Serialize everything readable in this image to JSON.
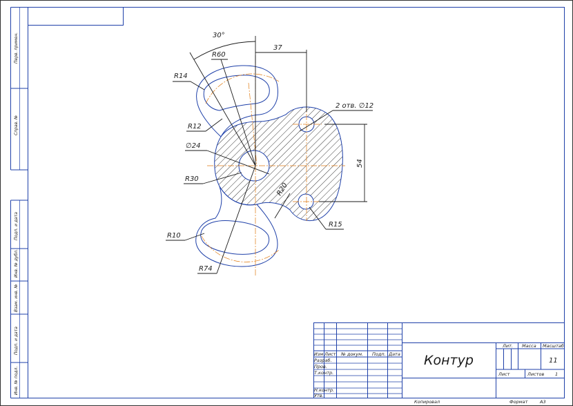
{
  "dimensions": {
    "angle": "30°",
    "horiz": "37",
    "vert": "54",
    "holes": "2 отв. ∅12",
    "r60": "R60",
    "r14": "R14",
    "r12": "R12",
    "d24": "∅24",
    "r30": "R30",
    "r10": "R10",
    "r74": "R74",
    "r15": "R15",
    "r20": "R20"
  },
  "side_labels": {
    "perv_primen": "Перв. примен.",
    "sprav": "Справ. №",
    "podp_data_1": "Подп. и дата",
    "inv_dubl": "Инв. № дубл.",
    "vzam_inv": "Взам. инв. №",
    "podp_data_2": "Подп. и дата",
    "inv_podl": "Инв. № подл."
  },
  "title_block": {
    "col_izm": "Изм",
    "col_list": "Лист",
    "col_doc": "№ докум.",
    "col_podp": "Подп.",
    "col_data": "Дата",
    "row_razrab": "Разраб.",
    "row_prov": "Пров.",
    "row_tkontr": "Т.контр.",
    "row_nkontr": "Н.контр.",
    "row_utv": "Утв.",
    "title": "Контур",
    "lit": "Лит.",
    "massa": "Масса",
    "masshtab": "Масштаб",
    "scale_value": "11",
    "sheet": "Лист",
    "sheets": "Листов",
    "sheets_value": "1",
    "copied": "Копировал",
    "format": "Формат",
    "format_value": "A3"
  }
}
